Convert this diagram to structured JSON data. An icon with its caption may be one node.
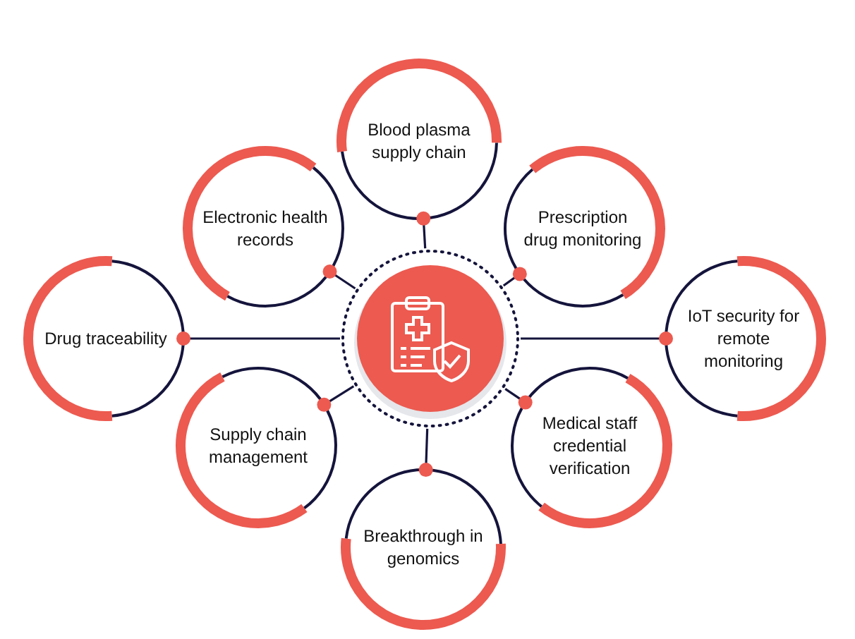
{
  "diagram": {
    "nodes": [
      {
        "text": [],
        "shape": "circle"
      },
      {
        "text": [
          "Blood plasma supply chain"
        ]
      },
      {
        "text": [
          "Electronic health records"
        ]
      },
      {
        "text": [
          "Prescription drug monitoring"
        ]
      },
      {
        "text": [
          "Drug traceability"
        ]
      },
      {
        "text": [
          "IoT security for remote monitoring"
        ]
      },
      {
        "text": [
          "Supply chain management"
        ]
      },
      {
        "text": [
          "Medical staff credential verification"
        ]
      },
      {
        "text": [
          "Breakthrough in genomics"
        ]
      }
    ],
    "edges": [
      {
        "from": 0,
        "to": 1,
        "arrow": "none"
      },
      {
        "from": 0,
        "to": 2,
        "arrow": "none"
      },
      {
        "from": 0,
        "to": 3,
        "arrow": "none"
      },
      {
        "from": 0,
        "to": 4,
        "arrow": "none"
      },
      {
        "from": 0,
        "to": 5,
        "arrow": "none"
      },
      {
        "from": 0,
        "to": 6,
        "arrow": "none"
      },
      {
        "from": 0,
        "to": 7,
        "arrow": "none"
      },
      {
        "from": 0,
        "to": 8,
        "arrow": "none"
      }
    ]
  }
}
